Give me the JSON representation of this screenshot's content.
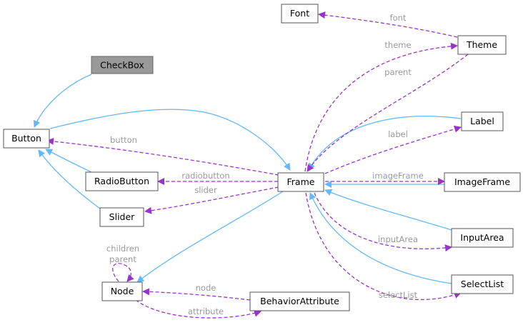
{
  "colors": {
    "inheritance_edge": "#63b8ff",
    "usage_edge": "#9a32cd",
    "edge_label": "#9a9a9a",
    "node_border": "#555555",
    "highlight_fill": "#999999"
  },
  "nodes": {
    "checkbox": "CheckBox",
    "button": "Button",
    "radiobutton": "RadioButton",
    "slider": "Slider",
    "node": "Node",
    "frame": "Frame",
    "font": "Font",
    "theme": "Theme",
    "label": "Label",
    "imageframe": "ImageFrame",
    "inputarea": "InputArea",
    "selectlist": "SelectList",
    "behaviorattribute": "BehaviorAttribute"
  },
  "edge_labels": {
    "font": "font",
    "theme": "theme",
    "parent": "parent",
    "label": "label",
    "button": "button",
    "radiobutton": "radiobutton",
    "slider": "slider",
    "imageframe": "imageFrame",
    "inputarea": "inputArea",
    "selectlist": "selectList",
    "children": "children",
    "node_parent": "parent",
    "node": "node",
    "attribute": "attribute"
  }
}
